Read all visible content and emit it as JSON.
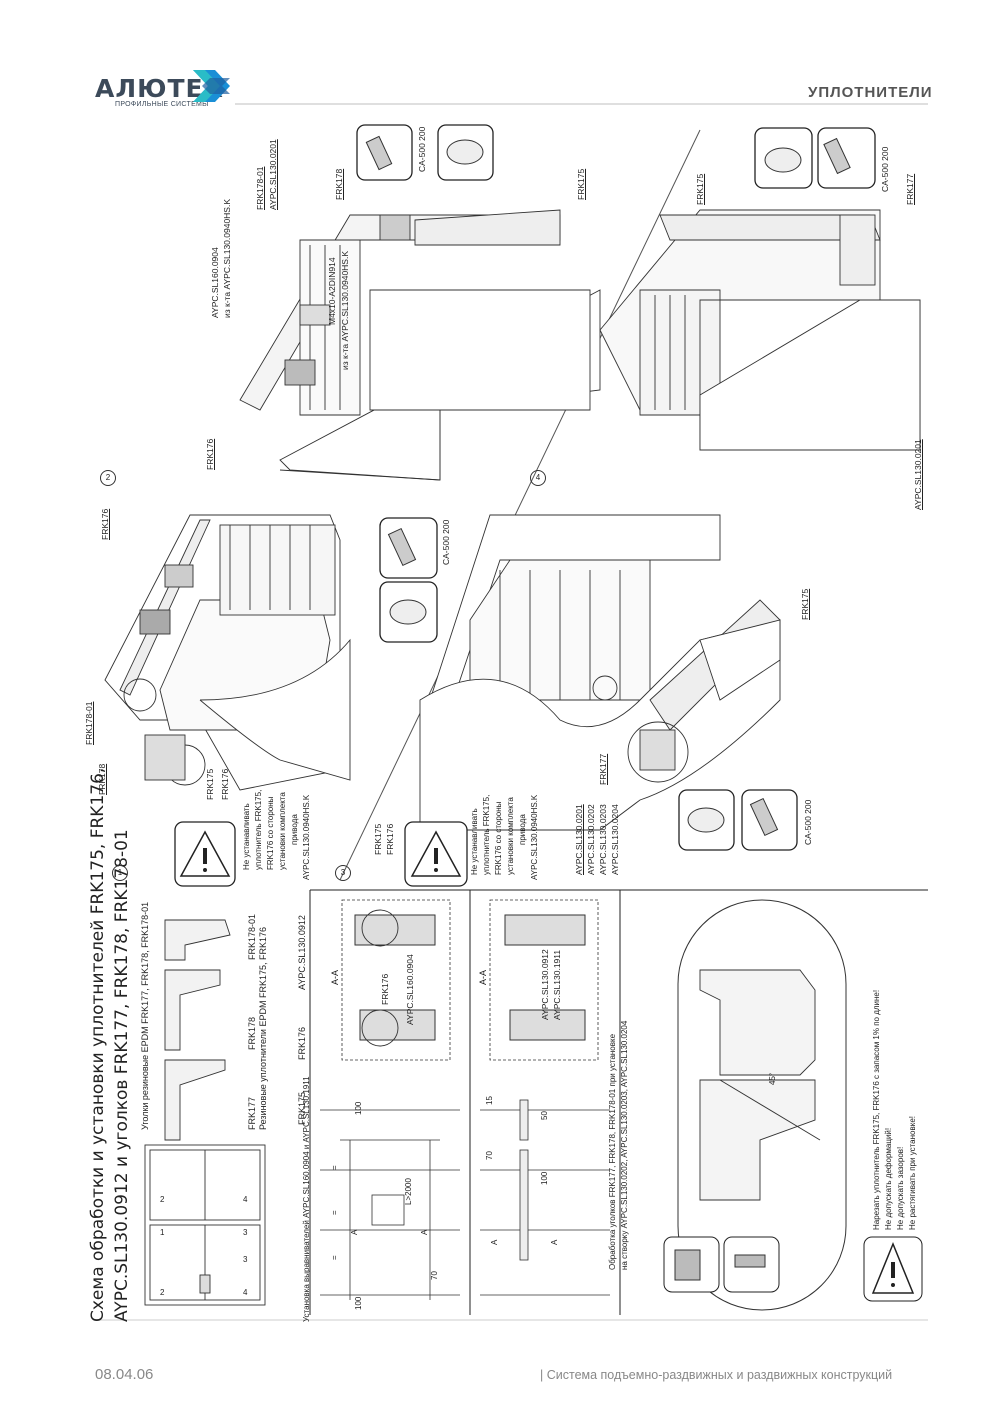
{
  "header": {
    "logo_text": "АЛЮТЕХ",
    "logo_sub": "ПРОФИЛЬНЫЕ СИСТЕМЫ",
    "section": "УПЛОТНИТЕЛИ",
    "brand_colors": [
      "#1a8fd6",
      "#2ec4c4",
      "#3c4a5a"
    ]
  },
  "title": {
    "line1": "Схема обработки и установки уплотнителей FRK175, FRK176,",
    "line2": "AYPC.SL130.0912 и уголков FRK177, FRK178, FRK178-01"
  },
  "components": {
    "corners_caption": "Уголки резиновые EPDM FRK177, FRK178, FRK178-01",
    "seals_caption": "Резиновые уплотнители EPDM FRK175, FRK176",
    "frk177": "FRK177",
    "frk178": "FRK178",
    "frk178_01": "FRK178-01",
    "frk175": "FRK175",
    "frk176": "FRK176",
    "brush": "AYPC.SL130.0912"
  },
  "scheme_numbers": [
    "1",
    "2",
    "3",
    "4"
  ],
  "section1": {
    "warning": [
      "Не устанавливать",
      "уплотнитель FRK175,",
      "FRK176 со стороны",
      "установки комплекта",
      "привода",
      "AYPC.SL130.0940HS.K"
    ],
    "labels": [
      "FRK178",
      "FRK178-01",
      "FRK176",
      "FRK175",
      "FRK176"
    ],
    "tool": "CA-500 200"
  },
  "section2": {
    "labels": [
      "FRK176",
      "M4x10-A2DIN914",
      "из к-та AYPC.SL130.0940HS.K",
      "AYPC.SL160.0904",
      "из к-та AYPC.SL130.0940HS.K",
      "FRK178-01",
      "AYPC.SL130.0201",
      "FRK178",
      "FRK175"
    ],
    "tool": "CA-500 200"
  },
  "section3": {
    "warning": [
      "Не устанавливать",
      "уплотнитель FRK175,",
      "FRK176 со стороны",
      "установки комплекта",
      "привода",
      "AYPC.SL130.0940HS.K"
    ],
    "labels": [
      "FRK175",
      "FRK176",
      "AYPC.SL130.0201",
      "AYPC.SL130.0202",
      "AYPC.SL130.0203",
      "AYPC.SL130.0204",
      "FRK177",
      "FRK175"
    ],
    "tool": "CA-500 200"
  },
  "section4": {
    "labels": [
      "FRK175",
      "FRK177",
      "AYPC.SL130.0201"
    ],
    "tool": "CA-500 200"
  },
  "install": {
    "caption": "Установка выравнивателей AYPC.SL160.0904  и AYPC.SL130.1911",
    "dims": [
      "100",
      "70",
      "=",
      "=",
      "=",
      "L>2000",
      "70",
      "15",
      "100",
      "100",
      "50"
    ],
    "section_label": "А-А",
    "section_letter": "А",
    "sec1_labels": [
      "FRK176",
      "AYPC.SL160.0904"
    ],
    "sec2_labels": [
      "AYPC.SL130.0912",
      "AYPC.SL130.1911"
    ],
    "processing_caption1": "Обработка уголков FRK177, FRK178, FRK178-01 при установке",
    "processing_caption2": "на створку AYPC.SL130.0202,  AYPC.SL130.0203,  AYPC.SL130.0204"
  },
  "window_scheme": {
    "cells": [
      "2",
      "1",
      "2",
      "4",
      "3",
      "3",
      "4"
    ]
  },
  "cut": {
    "dim": "45°",
    "notes": [
      "Нарезать уплотнитель FRK175, FRK176 с запасом 1% по длине!",
      "Не допускать деформаций!",
      "Не допускать зазоров!",
      "Не растягивать при установке!"
    ]
  },
  "footer": {
    "date": "08.04.06",
    "system": "| Система подъемно-раздвижных и раздвижных конструкций"
  }
}
